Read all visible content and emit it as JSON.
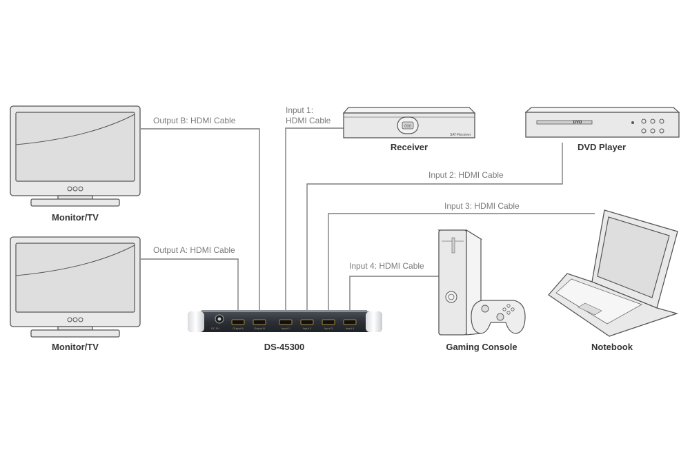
{
  "cables": {
    "output_b": "Output B: HDMI Cable",
    "output_a": "Output A: HDMI Cable",
    "input1_line1": "Input 1:",
    "input1_line2": "HDMI Cable",
    "input2": "Input 2: HDMI Cable",
    "input3": "Input 3: HDMI Cable",
    "input4": "Input 4: HDMI Cable"
  },
  "devices": {
    "monitor_top": "Monitor/TV",
    "monitor_bottom": "Monitor/TV",
    "receiver": "Receiver",
    "dvd_player": "DVD Player",
    "switch": "DS-45300",
    "gaming_console": "Gaming Console",
    "notebook": "Notebook"
  },
  "device_text": {
    "receiver_tag": "SAT-Receiver",
    "receiver_display": "000",
    "dvd_logo": "DVD"
  },
  "switch_ports": {
    "power": "DC 5V",
    "labels": [
      "Output A",
      "Output B",
      "Input 1",
      "Input 2",
      "Input 3",
      "Input 4"
    ]
  },
  "colors": {
    "cable": "#7d7d7d",
    "outline": "#555555",
    "device_fill": "#e9e9e9",
    "switch_body": "#2e3238",
    "label_text": "#333333"
  }
}
